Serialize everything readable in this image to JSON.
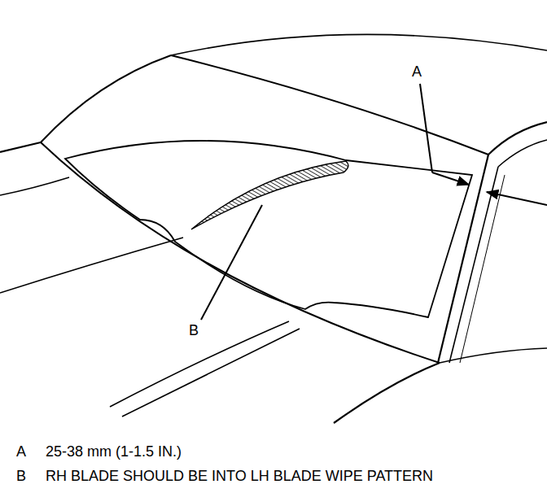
{
  "diagram": {
    "labels": [
      "A",
      "B",
      "A",
      "25-38 mm (1-1.5 IN.)",
      "B",
      "RH BLADE SHOULD BE INTO LH BLADE WIPE PATTERN"
    ]
  }
}
